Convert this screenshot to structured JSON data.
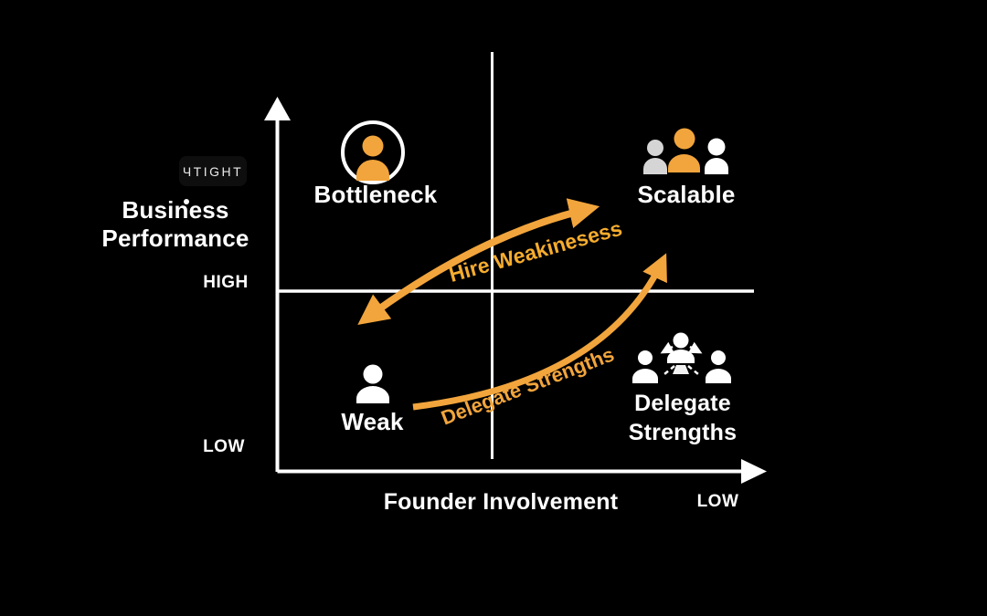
{
  "watermark": {
    "text": "ЧTIGHT"
  },
  "colors": {
    "background": "#000000",
    "axis_white": "#FFFFFF",
    "accent_orange": "#F2A53C",
    "arrow_text_orange": "#F5AC2E",
    "muted_gray_person": "#D5D5D5"
  },
  "y_axis": {
    "title_line1": "Business",
    "title_line2": "Performance",
    "high_label": "HIGH",
    "low_label": "LOW"
  },
  "x_axis": {
    "title": "Founder Involvement",
    "low_label": "LOW"
  },
  "quadrants": {
    "top_left": {
      "label": "Bottleneck",
      "icon": "person-in-circle"
    },
    "top_right": {
      "label": "Scalable",
      "icon": "three-person-team"
    },
    "bottom_left": {
      "label": "Weak",
      "icon": "single-person"
    },
    "bottom_right": {
      "label_line1": "Delegate",
      "label_line2": "Strengths",
      "icon": "delegation-network"
    }
  },
  "arrows": {
    "upper_arc": {
      "label": "Hire Weakinesess",
      "style": "double-headed"
    },
    "lower_curve": {
      "label": "Delegate Strengths",
      "style": "single-headed"
    }
  }
}
